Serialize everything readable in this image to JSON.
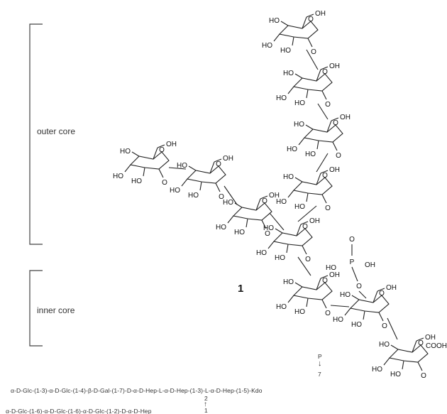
{
  "regions": {
    "outer_core": "outer core",
    "inner_core": "inner core"
  },
  "compound_number": "1",
  "labels": {
    "hydroxyl": "HO",
    "hydroxyl_r": "OH",
    "oxygen": "O",
    "phosphorus": "P",
    "carboxyl": "COOH"
  },
  "sequence": {
    "main_chain": "α-D-Glc-(1-3)-α-D-Glc-(1-4)-β-D-Gal-(1-7)-D-α-D-Hep-L-α-D-Hep-(1-3)-L-α-D-Hep-(1-5)-Kdo",
    "branch_chain": "α-D-Glc-(1-6)-α-D-Glc-(1-6)-α-D-Glc-(1-2)-D-α-D-Hep",
    "phosphate_label": "P",
    "phosphate_position": "7",
    "branch_position_top": "2",
    "branch_position_bottom": "1"
  }
}
